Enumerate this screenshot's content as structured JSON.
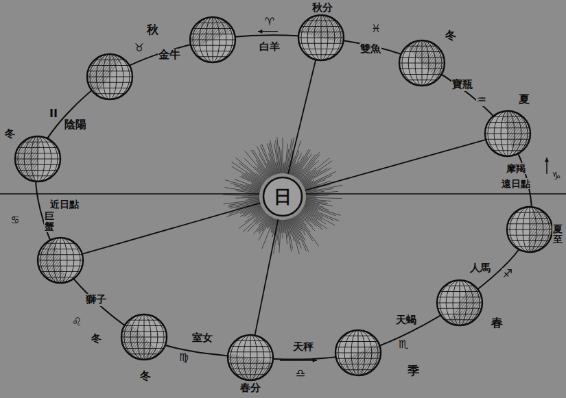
{
  "diagram": {
    "nodes": [
      {
        "text": [
          "日"
        ]
      }
    ],
    "labels": [
      "II",
      "陰陽",
      "秋",
      "♉",
      "金牛",
      "♈",
      "白羊",
      "秋分",
      "♓",
      "雙魚",
      "冬",
      "寶瓶",
      "♒",
      "夏",
      "摩羯",
      "遠日點",
      "♑",
      "夏至",
      "人馬",
      "♐",
      "春",
      "天蝎",
      "♏",
      "季",
      "天秤",
      "♎",
      "春分",
      "室女",
      "♍",
      "冬",
      "獅子",
      "♌",
      "冬",
      "巨蟹",
      "近日點",
      "♋",
      "冬"
    ]
  }
}
